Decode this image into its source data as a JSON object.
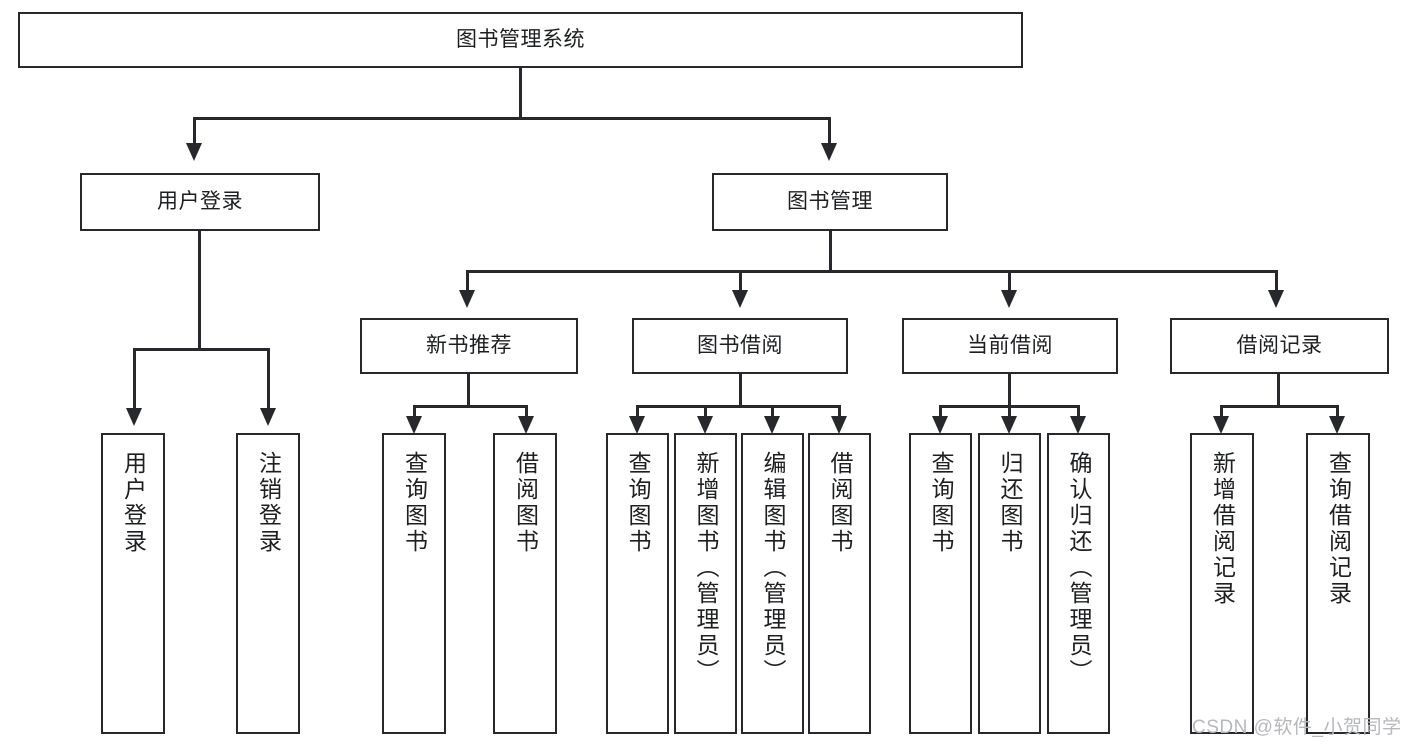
{
  "diagram": {
    "title": "图书管理系统",
    "type": "tree-hierarchy",
    "root": {
      "label": "图书管理系统"
    },
    "level2": [
      {
        "label": "用户登录"
      },
      {
        "label": "图书管理"
      }
    ],
    "level3": [
      {
        "label": "新书推荐"
      },
      {
        "label": "图书借阅"
      },
      {
        "label": "当前借阅"
      },
      {
        "label": "借阅记录"
      }
    ],
    "leaves": {
      "user_login": [
        {
          "label": "用户登录"
        },
        {
          "label": "注销登录"
        }
      ],
      "new_book_recommend": [
        {
          "label": "查询图书"
        },
        {
          "label": "借阅图书"
        }
      ],
      "book_borrow": [
        {
          "label": "查询图书"
        },
        {
          "label": "新增图书（管理员）"
        },
        {
          "label": "编辑图书（管理员）"
        },
        {
          "label": "借阅图书"
        }
      ],
      "current_borrow": [
        {
          "label": "查询图书"
        },
        {
          "label": "归还图书"
        },
        {
          "label": "确认归还（管理员）"
        }
      ],
      "borrow_record": [
        {
          "label": "新增借阅记录"
        },
        {
          "label": "查询借阅记录"
        }
      ]
    }
  },
  "watermark": {
    "text": "CSDN @软件_小贺同学"
  },
  "colors": {
    "stroke": "#26282b",
    "text": "#1d1f21",
    "background": "#ffffff",
    "watermark": "#b6b8bb"
  }
}
